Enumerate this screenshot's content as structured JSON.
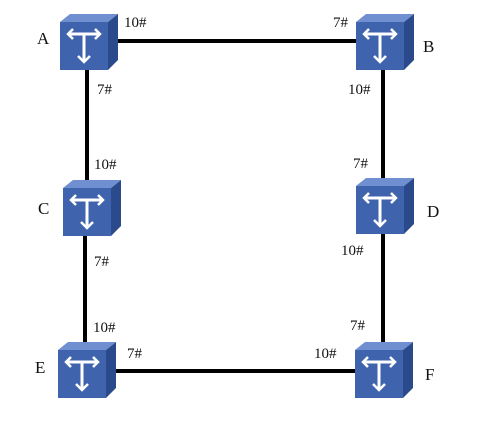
{
  "colors": {
    "link": "#000000",
    "switch_front": "#3f63ad",
    "switch_side": "#2b4a8c",
    "switch_top": "#6f8fd0",
    "glyph": "#ffffff"
  },
  "icon": "switch-icon",
  "nodes": [
    {
      "id": "A",
      "label": "A"
    },
    {
      "id": "B",
      "label": "B"
    },
    {
      "id": "C",
      "label": "C"
    },
    {
      "id": "D",
      "label": "D"
    },
    {
      "id": "E",
      "label": "E"
    },
    {
      "id": "F",
      "label": "F"
    }
  ],
  "links": [
    {
      "from": "A",
      "to": "B",
      "from_port": "10#",
      "to_port": "7#"
    },
    {
      "from": "A",
      "to": "C",
      "from_port": "7#",
      "to_port": "10#"
    },
    {
      "from": "B",
      "to": "D",
      "from_port": "10#",
      "to_port": "7#"
    },
    {
      "from": "C",
      "to": "E",
      "from_port": "7#",
      "to_port": "10#"
    },
    {
      "from": "D",
      "to": "F",
      "from_port": "10#",
      "to_port": "7#"
    },
    {
      "from": "E",
      "to": "F",
      "from_port": "7#",
      "to_port": "10#"
    }
  ]
}
